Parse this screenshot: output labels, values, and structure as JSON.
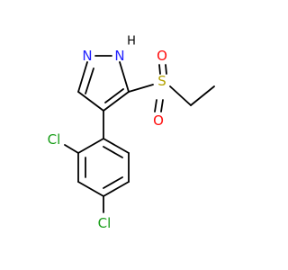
{
  "molecule": {
    "atoms": {
      "n_imine": {
        "symbol": "N",
        "color": "#1f1fff"
      },
      "n_h": {
        "symbol": "N",
        "color": "#1f1fff"
      },
      "h_on_n": {
        "symbol": "H",
        "color": "#000000"
      },
      "sulfur": {
        "symbol": "S",
        "color": "#b3a100"
      },
      "oxygen_top": {
        "symbol": "O",
        "color": "#ff0d0d"
      },
      "oxygen_bottom": {
        "symbol": "O",
        "color": "#ff0d0d"
      },
      "chlorine_ortho": {
        "symbol": "Cl",
        "color": "#1a9e1a"
      },
      "chlorine_para": {
        "symbol": "Cl",
        "color": "#1a9e1a"
      }
    }
  }
}
